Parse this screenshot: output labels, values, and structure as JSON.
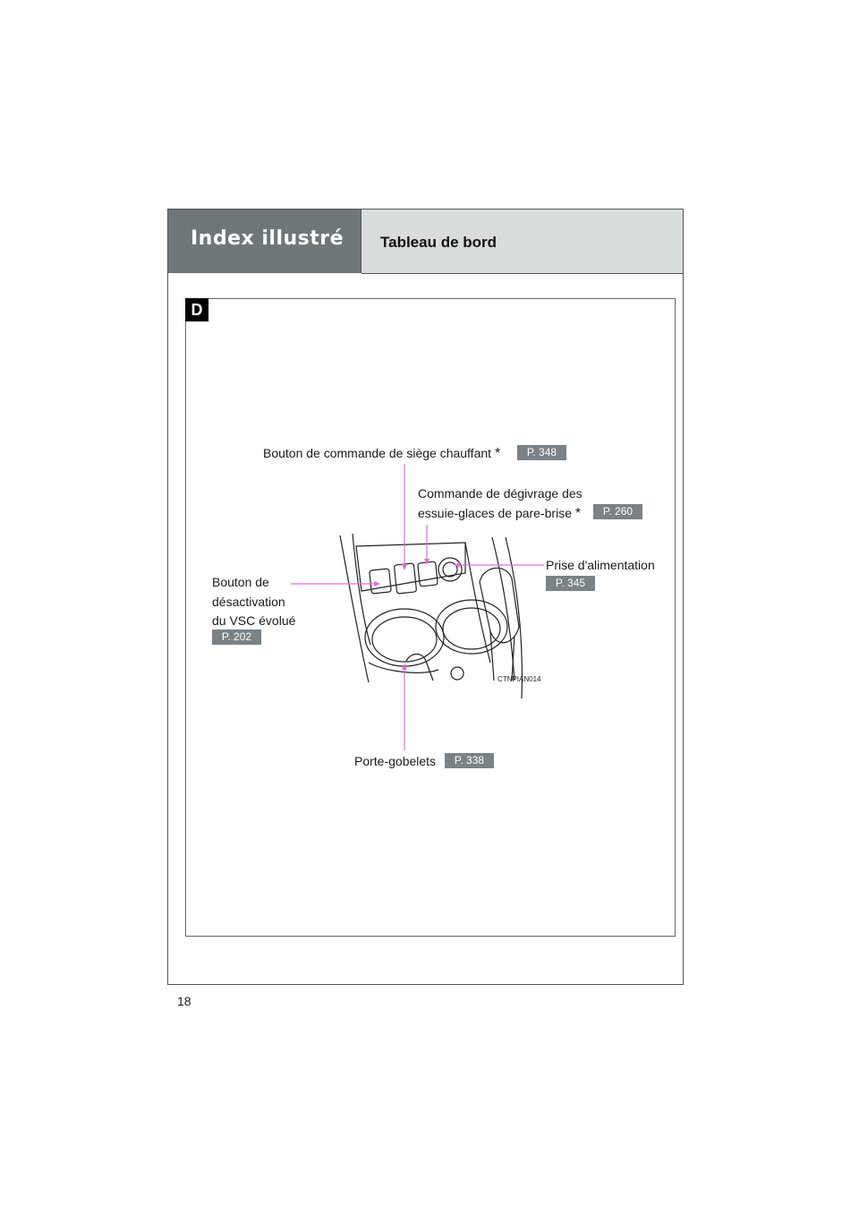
{
  "header": {
    "section": "Index illustré",
    "title": "Tableau de bord"
  },
  "figure": {
    "tag": "D",
    "drawing_code": "CTNPIAN014"
  },
  "callouts": {
    "seat_heater": {
      "label": "Bouton de commande de siège chauffant",
      "star": "*",
      "page": "P. 348"
    },
    "wiper_deicer": {
      "line1": "Commande de dégivrage des",
      "line2": "essuie-glaces de pare-brise",
      "star": "*",
      "page": "P. 260"
    },
    "power_outlet": {
      "label": "Prise d'alimentation",
      "page": "P. 345"
    },
    "vsc_off": {
      "line1": "Bouton de",
      "line2": "désactivation",
      "line3": "du VSC évolué",
      "page": "P. 202"
    },
    "cup_holders": {
      "label": "Porte-gobelets",
      "page": "P. 338"
    }
  },
  "footer": {
    "page_number": "18"
  },
  "colors": {
    "leader_line": "#e070d0",
    "header_dark": "#6e7679",
    "header_light": "#d9dcdd",
    "page_ref_bg": "#7a8285"
  }
}
